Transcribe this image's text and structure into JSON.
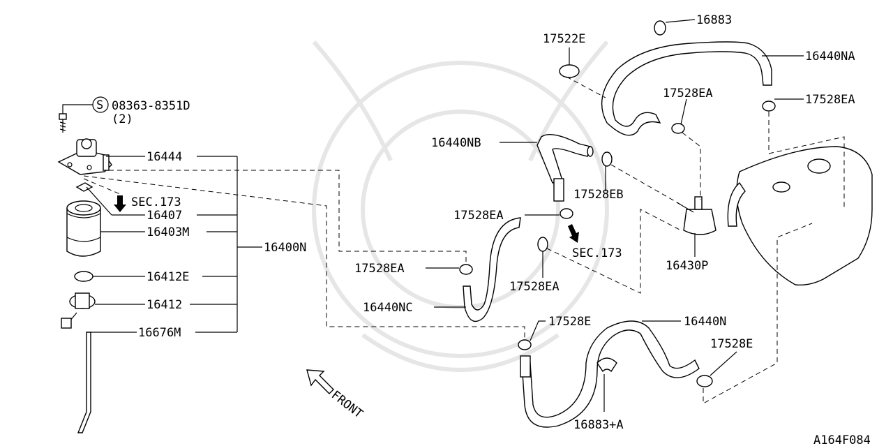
{
  "callouts": {
    "screw_part": "08363-8351D",
    "screw_qty": "(2)",
    "p16444": "16444",
    "sec173_left": "SEC.173",
    "p16407": "16407",
    "p16403M": "16403M",
    "p16400N": "16400N",
    "p16412E": "16412E",
    "p16412": "16412",
    "p16676M": "16676M",
    "p16883": "16883",
    "p17522E": "17522E",
    "p16440NA": "16440NA",
    "p17528EA_top": "17528EA",
    "p17528EA_right": "17528EA",
    "p16440NB": "16440NB",
    "p17528EB": "17528EB",
    "p17528EA_mid": "17528EA",
    "sec173_mid": "SEC.173",
    "p16430P": "16430P",
    "p17528EA_left": "17528EA",
    "p17528EA_low": "17528EA",
    "p16440NC": "16440NC",
    "p17528E_a": "17528E",
    "p16440N": "16440N",
    "p17528E_b": "17528E",
    "p16883A": "16883+A",
    "front": "FRONT",
    "diagram_id": "A164F084"
  },
  "icons": {
    "screw_symbol": "S",
    "front_arrow": "front-arrow-icon"
  }
}
